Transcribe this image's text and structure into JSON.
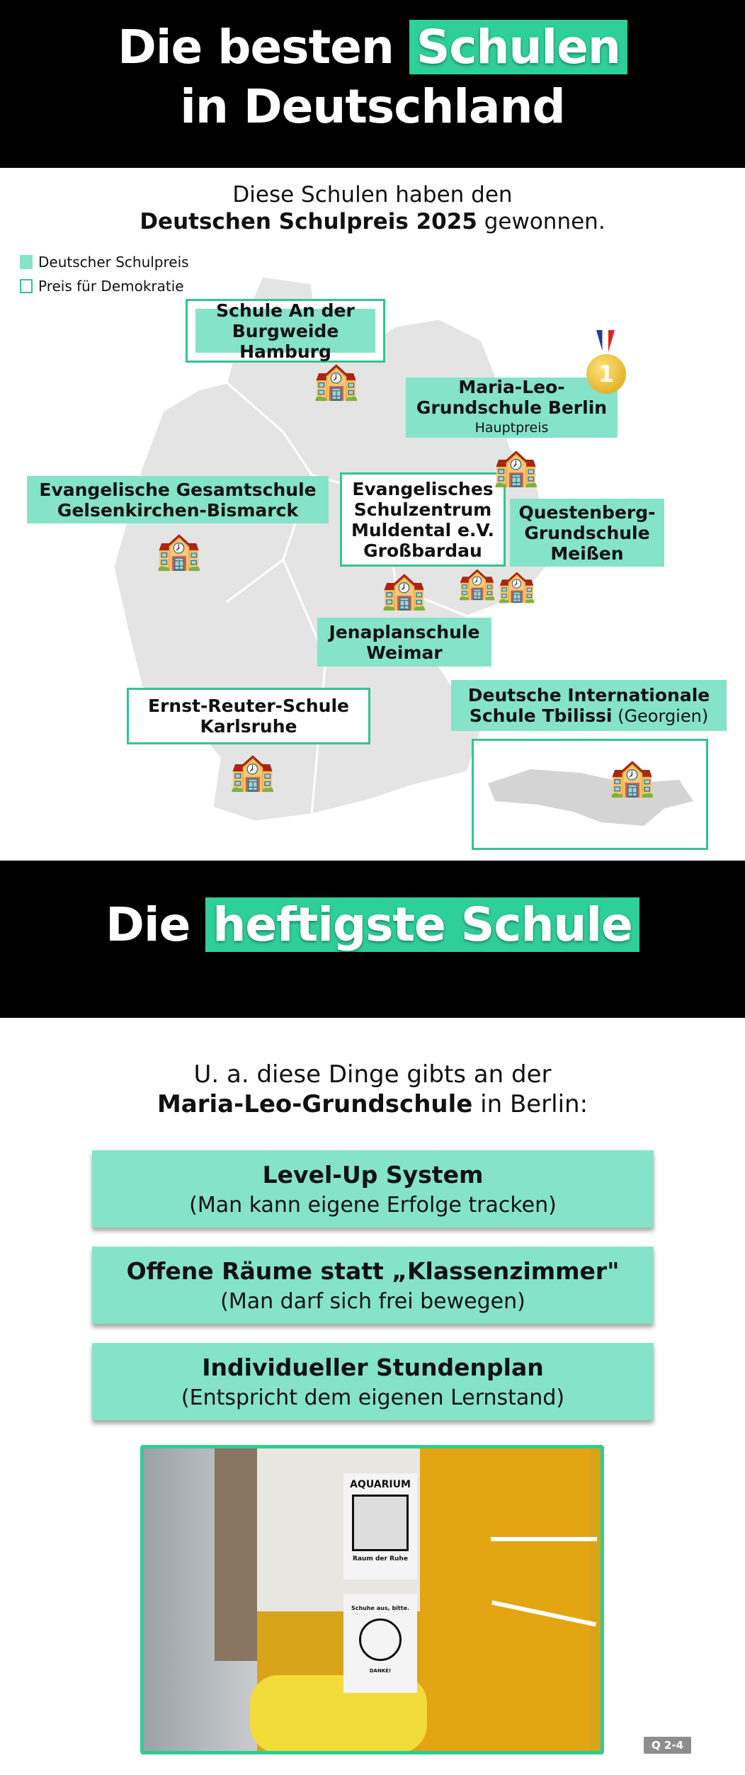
{
  "header": {
    "line1_a": "Die besten",
    "line1_highlight": "Schulen",
    "line2": "in Deutschland"
  },
  "intro": {
    "line1": "Diese Schulen haben den",
    "line2_bold": "Deutschen Schulpreis 2025",
    "line2_rest": " gewonnen."
  },
  "legend": [
    {
      "label": "Deutscher Schulpreis",
      "style": "filled"
    },
    {
      "label": "Preis für Demokratie",
      "style": "outline"
    }
  ],
  "schools": {
    "hamburg": {
      "name": "Schule An der Burgweide",
      "city": "Hamburg"
    },
    "berlin": {
      "name": "Maria-Leo-",
      "city": "Grundschule Berlin",
      "note": "Hauptpreis",
      "medal": "1"
    },
    "gelsenkirchen": {
      "name": "Evangelische Gesamtschule",
      "city": "Gelsenkirchen-Bismarck"
    },
    "muldental": {
      "l1": "Evangelisches",
      "l2": "Schulzentrum",
      "l3": "Muldental e.V.",
      "l4": "Großbardau"
    },
    "questenberg": {
      "l1": "Questenberg-",
      "l2": "Grundschule",
      "l3": "Meißen"
    },
    "jena": {
      "name": "Jenaplanschule",
      "city": "Weimar"
    },
    "karlsruhe": {
      "name": "Ernst-Reuter-Schule",
      "city": "Karlsruhe"
    },
    "tbilisi": {
      "name": "Deutsche Internationale",
      "city": "Schule Tbilissi",
      "country": " (Georgien)"
    }
  },
  "icons": {
    "school": "🏫"
  },
  "section2": {
    "a": "Die",
    "highlight": "heftigste Schule"
  },
  "features_intro": {
    "line1": "U. a. diese Dinge gibts an der",
    "line2_bold": "Maria-Leo-Grundschule",
    "line2_rest": " in Berlin:"
  },
  "features": [
    {
      "title": "Level-Up System",
      "desc": "(Man kann eigene Erfolge tracken)"
    },
    {
      "title": "Offene Räume statt „Klassenzimmer\"",
      "desc": "(Man darf sich frei bewegen)"
    },
    {
      "title": "Individueller Stundenplan",
      "desc": "(Entspricht dem eigenen Lernstand)"
    }
  ],
  "photo": {
    "sign1_title": "AQUARIUM",
    "sign1_sub": "Raum der Ruhe",
    "sign2_title": "Schuhe aus, bitte.",
    "sign2_sub": "DANKE!"
  },
  "badge": "Q 2-4",
  "colors": {
    "green": "#84e3c8",
    "accent": "#2fcf9a",
    "outline": "#34c392"
  }
}
